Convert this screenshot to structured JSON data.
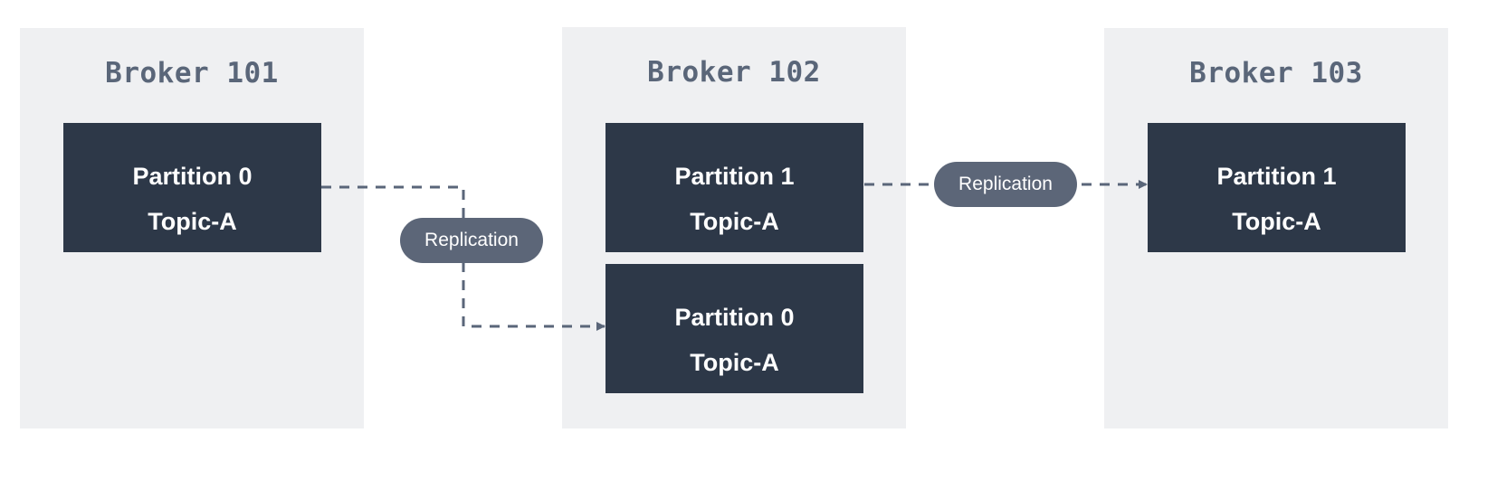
{
  "brokers": [
    {
      "title": "Broker 101"
    },
    {
      "title": "Broker 102"
    },
    {
      "title": "Broker 103"
    }
  ],
  "partitions": {
    "broker101_p0": {
      "partition": "Partition 0",
      "topic": "Topic-A"
    },
    "broker102_p1": {
      "partition": "Partition 1",
      "topic": "Topic-A"
    },
    "broker102_p0": {
      "partition": "Partition 0",
      "topic": "Topic-A"
    },
    "broker103_p1": {
      "partition": "Partition 1",
      "topic": "Topic-A"
    }
  },
  "replication_labels": [
    "Replication",
    "Replication"
  ],
  "colors": {
    "broker_bg": "#eff0f2",
    "partition_bg": "#2d3848",
    "label_bg": "#5c6678",
    "connector": "#5a6679",
    "title_text": "#5a6679"
  }
}
